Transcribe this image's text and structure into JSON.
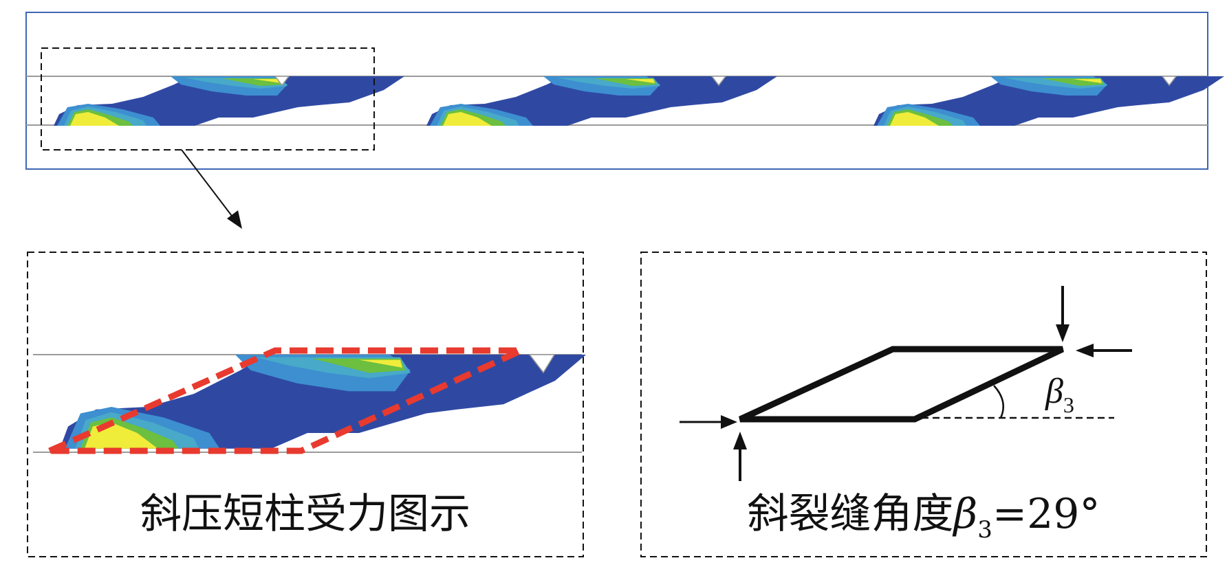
{
  "left_caption": "斜压短柱受力图示",
  "right_caption": {
    "prefix": "斜裂缝角度",
    "symbol": "β",
    "subscript": "3",
    "suffix": "=29°"
  },
  "angle_label": {
    "symbol": "β",
    "subscript": "3"
  },
  "colors": {
    "frame_blue": "#3f66b4",
    "contour_navy": "#2f49a3",
    "contour_lightblue": "#3d8fd0",
    "contour_cyan": "#48a9c9",
    "contour_green": "#6cbf3f",
    "contour_yellow": "#f0ec3a",
    "strut_red": "#e83a2f"
  }
}
